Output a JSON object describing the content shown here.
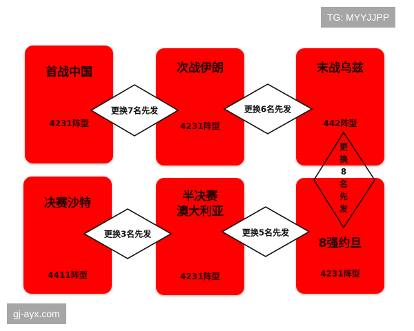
{
  "watermarks": {
    "top_right": "TG: MYYJJPP",
    "bottom_left": "gj-ayx.com"
  },
  "colors": {
    "card_fill": "#ff0000",
    "diamond_stroke": "#111111",
    "watermark_bg": "#a6a6a6"
  },
  "cards": [
    {
      "title": "首战中国",
      "formation": "4231阵型"
    },
    {
      "title": "次战伊朗",
      "formation": "4231阵型"
    },
    {
      "title": "末战乌兹",
      "formation": "442阵型"
    },
    {
      "title": "决赛沙特",
      "formation": "4411阵型"
    },
    {
      "title": "半决赛\n澳大利亚",
      "formation": "4231阵型"
    },
    {
      "title": "8强约旦",
      "formation": "4231阵型"
    }
  ],
  "transitions": [
    {
      "from": "首战中国",
      "to": "次战伊朗",
      "label": "更换7名先发"
    },
    {
      "from": "次战伊朗",
      "to": "末战乌兹",
      "label": "更换6名先发"
    },
    {
      "from": "末战乌兹",
      "to": "8强约旦",
      "label": "更换8名先发"
    },
    {
      "from": "8强约旦",
      "to": "半决赛澳大利亚",
      "label": "更换5名先发"
    },
    {
      "from": "半决赛澳大利亚",
      "to": "决赛沙特",
      "label": "更换3名先发"
    }
  ]
}
